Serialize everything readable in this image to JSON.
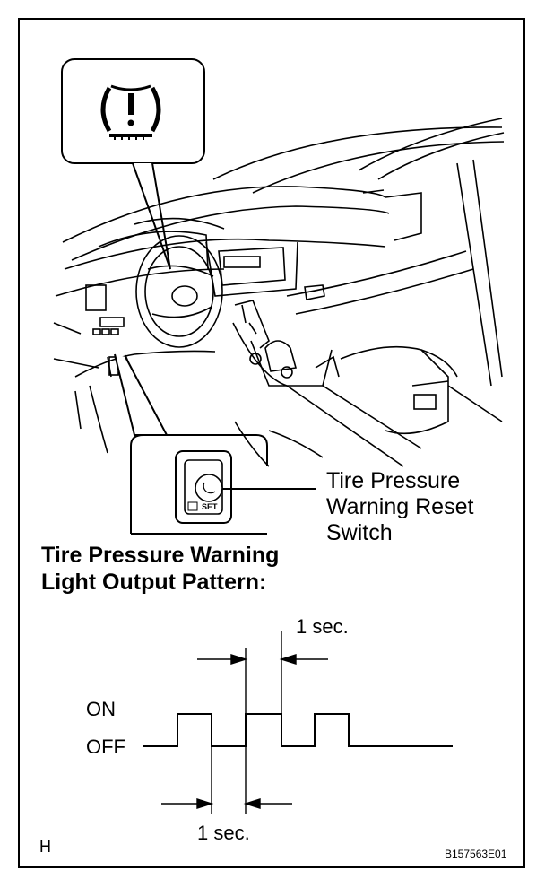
{
  "switch_label": [
    "Tire Pressure",
    "Warning Reset",
    "Switch"
  ],
  "switch_text": "SET",
  "pattern_title": [
    "Tire Pressure Warning",
    "Light Output Pattern:"
  ],
  "signal": {
    "on_label": "ON",
    "off_label": "OFF",
    "top_interval": "1 sec.",
    "bottom_interval": "1 sec."
  },
  "corner_letter": "H",
  "figure_id": "B157563E01",
  "icons": [
    "tire-pressure-warning-icon",
    "car-interior-illustration",
    "reset-switch"
  ]
}
